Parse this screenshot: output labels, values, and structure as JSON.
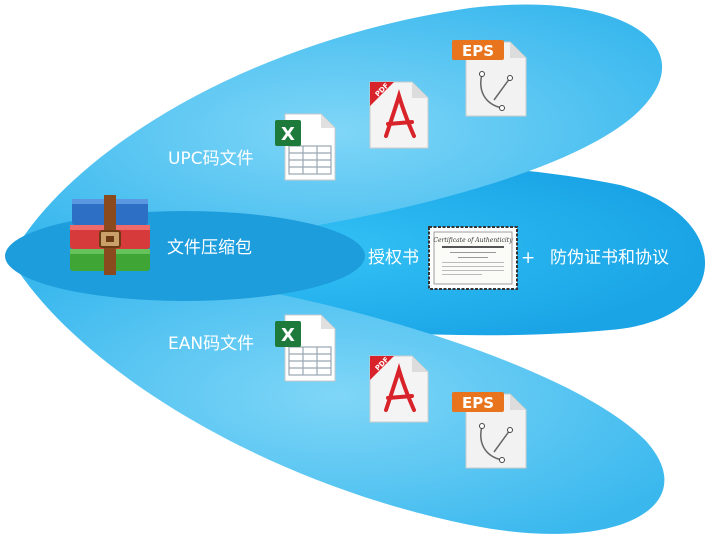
{
  "labels": {
    "upc": "UPC码文件",
    "archive": "文件压缩包",
    "ean": "EAN码文件",
    "authorization": "授权书",
    "plus": "+",
    "anti_counterfeit": "防伪证书和协议"
  },
  "icons": {
    "eps": "EPS",
    "pdf": "PDF",
    "excel": "X",
    "certificate_title": "Certificate of Authenticity"
  },
  "colors": {
    "petal_top": "#4fc1f0",
    "petal_bottom": "#4fc1f0",
    "petal_right": "#29b6ee",
    "center": "#1d9fe0",
    "eps_orange": "#e8741e",
    "pdf_red": "#d9232a",
    "excel_green": "#1d7a3a"
  }
}
